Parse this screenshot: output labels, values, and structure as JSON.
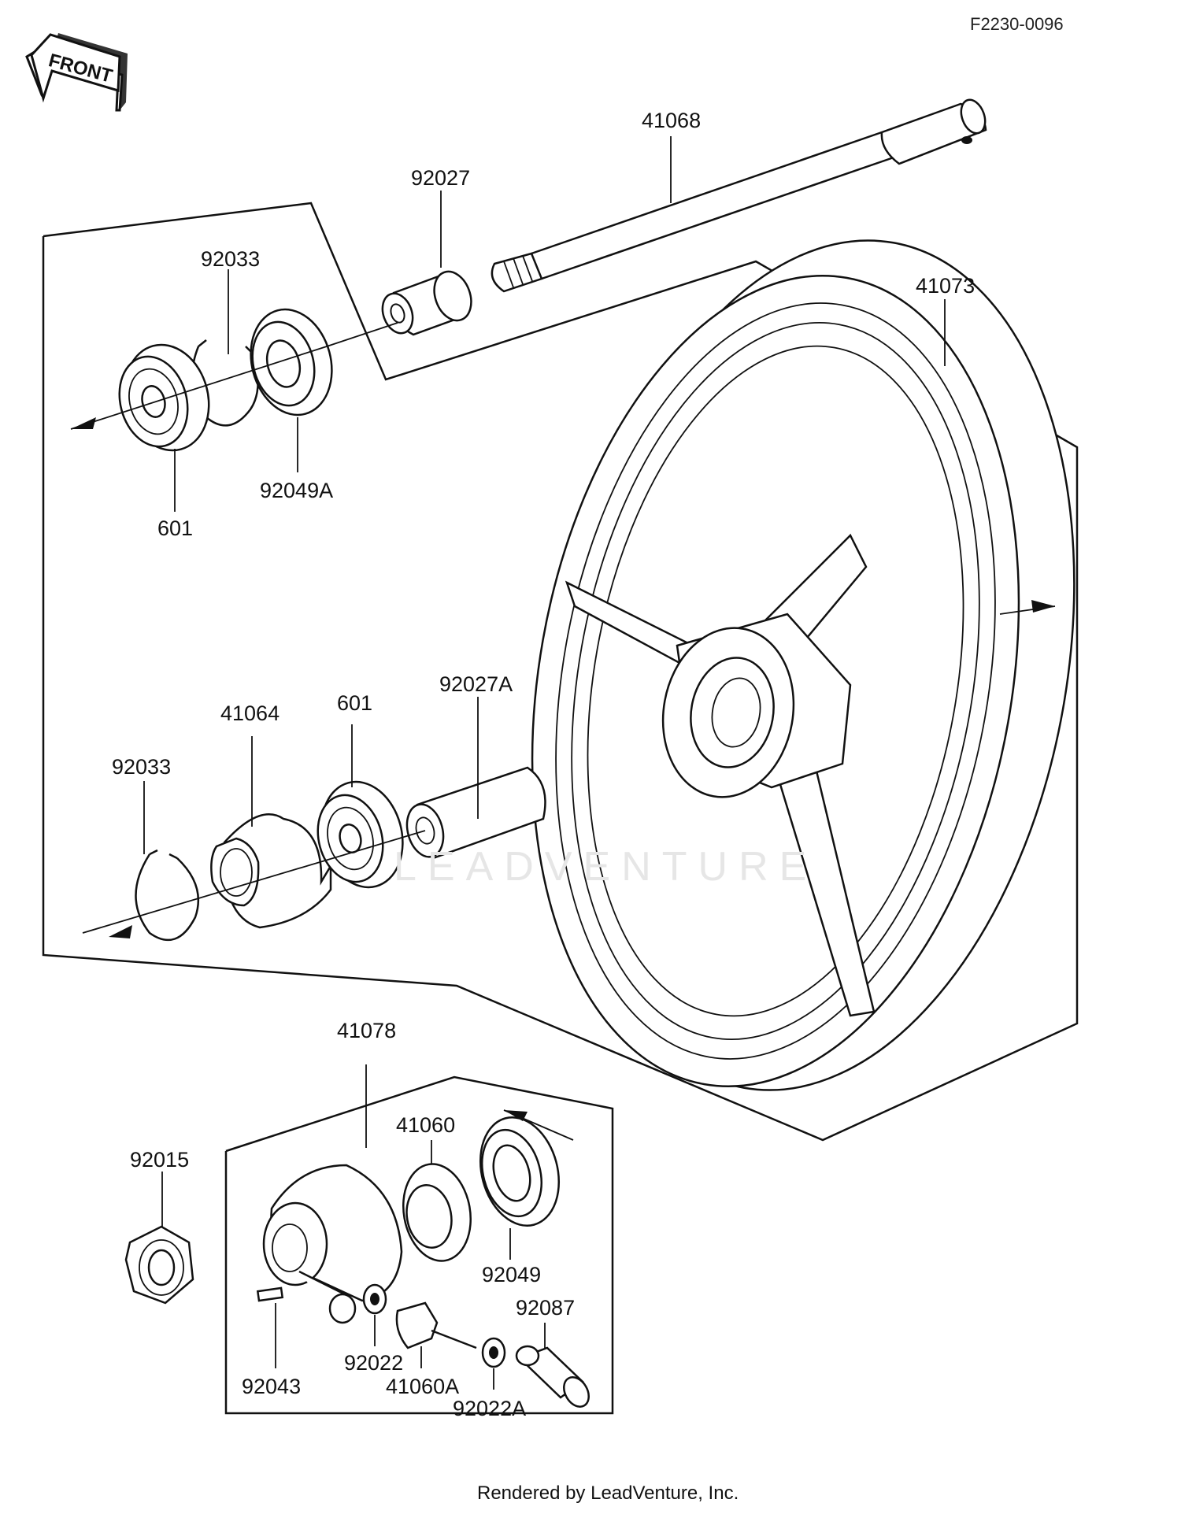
{
  "ref_code": "F2230-0096",
  "front_label": "FRONT",
  "footer": "Rendered by LeadVenture, Inc.",
  "watermark": "LEADVENTURE",
  "parts": [
    {
      "id": "41068",
      "label": "41068"
    },
    {
      "id": "92027",
      "label": "92027"
    },
    {
      "id": "92033-top",
      "label": "92033"
    },
    {
      "id": "41073",
      "label": "41073"
    },
    {
      "id": "92049A",
      "label": "92049A"
    },
    {
      "id": "601-top",
      "label": "601"
    },
    {
      "id": "41064",
      "label": "41064"
    },
    {
      "id": "601-mid",
      "label": "601"
    },
    {
      "id": "92027A",
      "label": "92027A"
    },
    {
      "id": "92033-mid",
      "label": "92033"
    },
    {
      "id": "41078",
      "label": "41078"
    },
    {
      "id": "41060",
      "label": "41060"
    },
    {
      "id": "92015",
      "label": "92015"
    },
    {
      "id": "92049",
      "label": "92049"
    },
    {
      "id": "92087",
      "label": "92087"
    },
    {
      "id": "92022",
      "label": "92022"
    },
    {
      "id": "92043",
      "label": "92043"
    },
    {
      "id": "41060A",
      "label": "41060A"
    },
    {
      "id": "92022A",
      "label": "92022A"
    }
  ]
}
